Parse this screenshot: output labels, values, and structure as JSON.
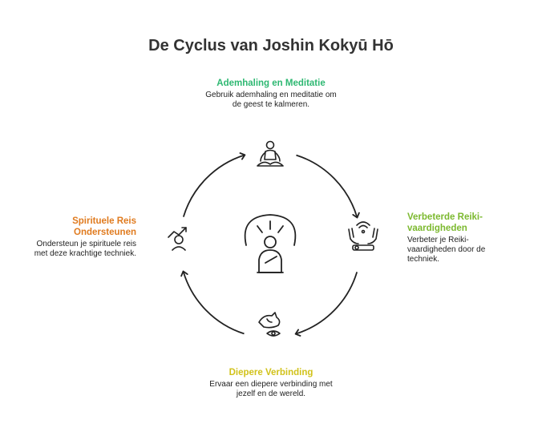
{
  "title": "De Cyclus van Joshin Kokyū Hō",
  "colors": {
    "green": "#2eb872",
    "lime": "#7cb92f",
    "yellow": "#d1c21a",
    "orange": "#e07b1f",
    "line": "#222222"
  },
  "steps": [
    {
      "position": "top",
      "heading": "Ademhaling en Meditatie",
      "description": "Gebruik ademhaling en meditatie om de geest te kalmeren.",
      "icon": "meditation-icon"
    },
    {
      "position": "right",
      "heading": "Verbeterde Reiki-vaardigheden",
      "description": "Verbeter je Reiki-vaardigheden door de techniek.",
      "icon": "reiki-hands-icon"
    },
    {
      "position": "bottom",
      "heading": "Diepere Verbinding",
      "description": "Ervaar een diepere verbinding met jezelf en de wereld.",
      "icon": "dove-eye-icon"
    },
    {
      "position": "left",
      "heading": "Spirituele Reis Ondersteunen",
      "description": "Ondersteun je spirituele reis met deze krachtige techniek.",
      "icon": "growth-person-icon"
    }
  ],
  "center_icon": "thinking-person-icon"
}
